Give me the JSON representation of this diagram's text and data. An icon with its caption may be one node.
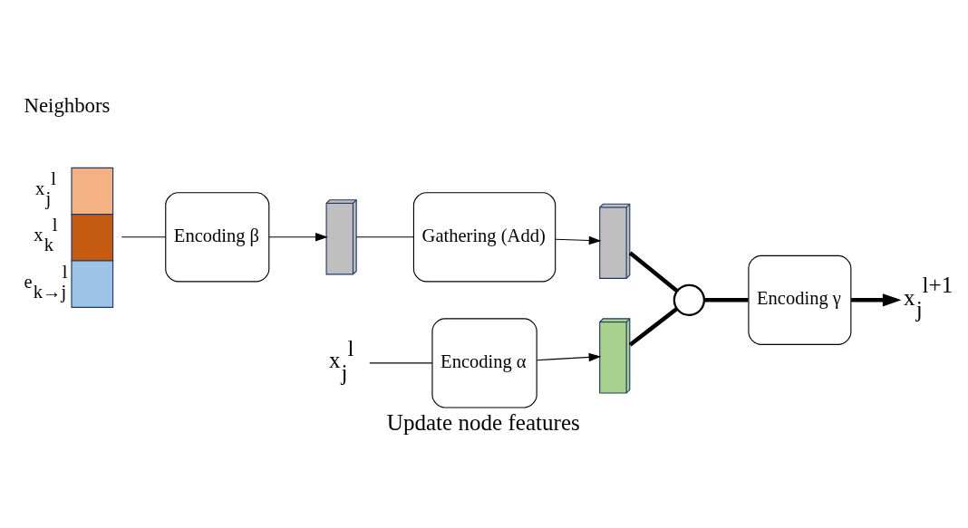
{
  "diagram": {
    "caption": "Update node features",
    "nodes": [
      {
        "text": [],
        "shape": "picture",
        "beside": [
          "x$_{j}$$^{l}$",
          "x$_{k}$$^{l}$",
          "e$_{k→j}$$^{l}$"
        ]
      },
      {
        "text": [
          "Encoding β"
        ]
      },
      {
        "text": [],
        "shape": "box"
      },
      {
        "text": [
          "Gathering (Add)"
        ]
      },
      {
        "text": [],
        "shape": "box"
      },
      {
        "text": [
          "x$_{j}$$^{l}$"
        ]
      },
      {
        "text": [
          "Encoding α"
        ]
      },
      {
        "text": [],
        "shape": "box"
      },
      {
        "text": [],
        "shape": "circle"
      },
      {
        "text": [
          "Encoding γ"
        ]
      },
      {
        "text": [
          "x$_{j}$$^{l+1}$"
        ]
      }
    ],
    "edges": [
      {
        "from": 0,
        "to": 1,
        "arrow": "none"
      },
      {
        "from": 1,
        "to": 2,
        "arrow": "to"
      },
      {
        "from": 2,
        "to": 3,
        "arrow": "none"
      },
      {
        "from": 3,
        "to": 4,
        "arrow": "to"
      },
      {
        "from": 5,
        "to": 6,
        "arrow": "none"
      },
      {
        "from": 6,
        "to": 7,
        "arrow": "to"
      },
      {
        "from": 4,
        "to": 8,
        "arrow": "none",
        "style": "thick"
      },
      {
        "from": 7,
        "to": 8,
        "arrow": "none",
        "style": "thick"
      },
      {
        "from": 8,
        "to": 9,
        "arrow": "none",
        "style": "thick"
      },
      {
        "from": 9,
        "to": 10,
        "arrow": "to",
        "style": "thick"
      }
    ],
    "labels": [
      "Neighbors"
    ]
  }
}
